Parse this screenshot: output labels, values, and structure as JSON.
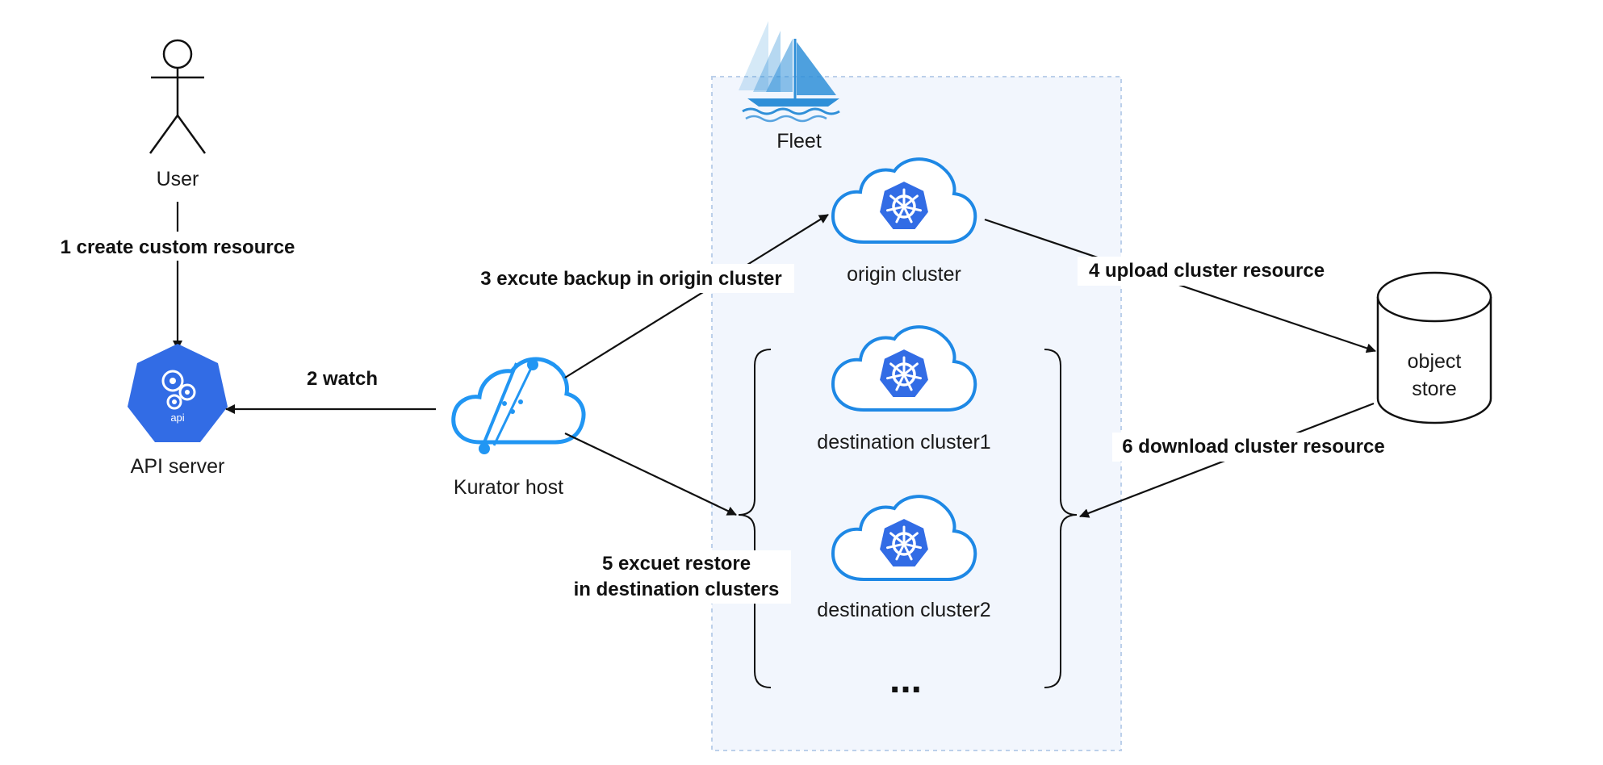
{
  "actors": {
    "user": "User",
    "api_server": "API server",
    "api_badge": "api",
    "kurator_host": "Kurator host"
  },
  "fleet": {
    "label": "Fleet",
    "origin_cluster": "origin cluster",
    "destination_cluster1": "destination cluster1",
    "destination_cluster2": "destination cluster2",
    "ellipsis": "..."
  },
  "object_store": {
    "line1": "object",
    "line2": "store"
  },
  "steps": {
    "s1": "1 create custom resource",
    "s2": "2 watch",
    "s3": "3 excute backup in origin cluster",
    "s4": "4 upload cluster resource",
    "s5_line1": "5 excuet restore",
    "s5_line2": "in destination clusters",
    "s6": "6 download cluster resource"
  },
  "colors": {
    "fleet_fill": "#f2f6fd",
    "fleet_border": "#bcd0ea",
    "cloud_stroke": "#1e88e5",
    "k8s_blue": "#326ce5",
    "kurator_blue": "#2196f3",
    "fleet_logo": "#2f8fd8",
    "arrow": "#111111"
  }
}
